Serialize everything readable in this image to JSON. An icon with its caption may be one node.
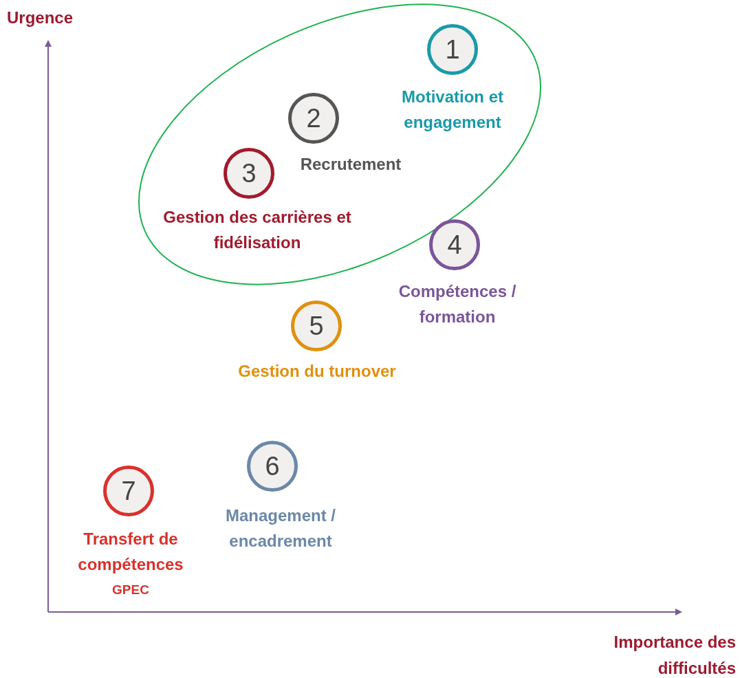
{
  "diagram": {
    "nodes": [
      {
        "text": [],
        "shape": "ellipse"
      },
      {
        "text": [
          "1"
        ],
        "beside": [
          "Motivation et engagement"
        ],
        "in": 0
      },
      {
        "text": [
          "2"
        ],
        "beside": [
          "Recrutement"
        ],
        "in": 0
      },
      {
        "text": [
          "3"
        ],
        "beside": [
          "Gestion des carrières et fidélisation"
        ],
        "in": 0
      },
      {
        "text": [
          "4"
        ],
        "beside": [
          "Compétences / formation"
        ]
      },
      {
        "text": [
          "5"
        ],
        "beside": [
          "Gestion du turnover"
        ]
      },
      {
        "text": [
          "6"
        ],
        "beside": [
          "Management / encadrement"
        ]
      },
      {
        "text": [
          "7"
        ],
        "beside": [
          "Transfert de compétences",
          "GPEC"
        ]
      }
    ],
    "edges": [],
    "labels": [
      "Urgence",
      "Importance des difficultés"
    ]
  }
}
